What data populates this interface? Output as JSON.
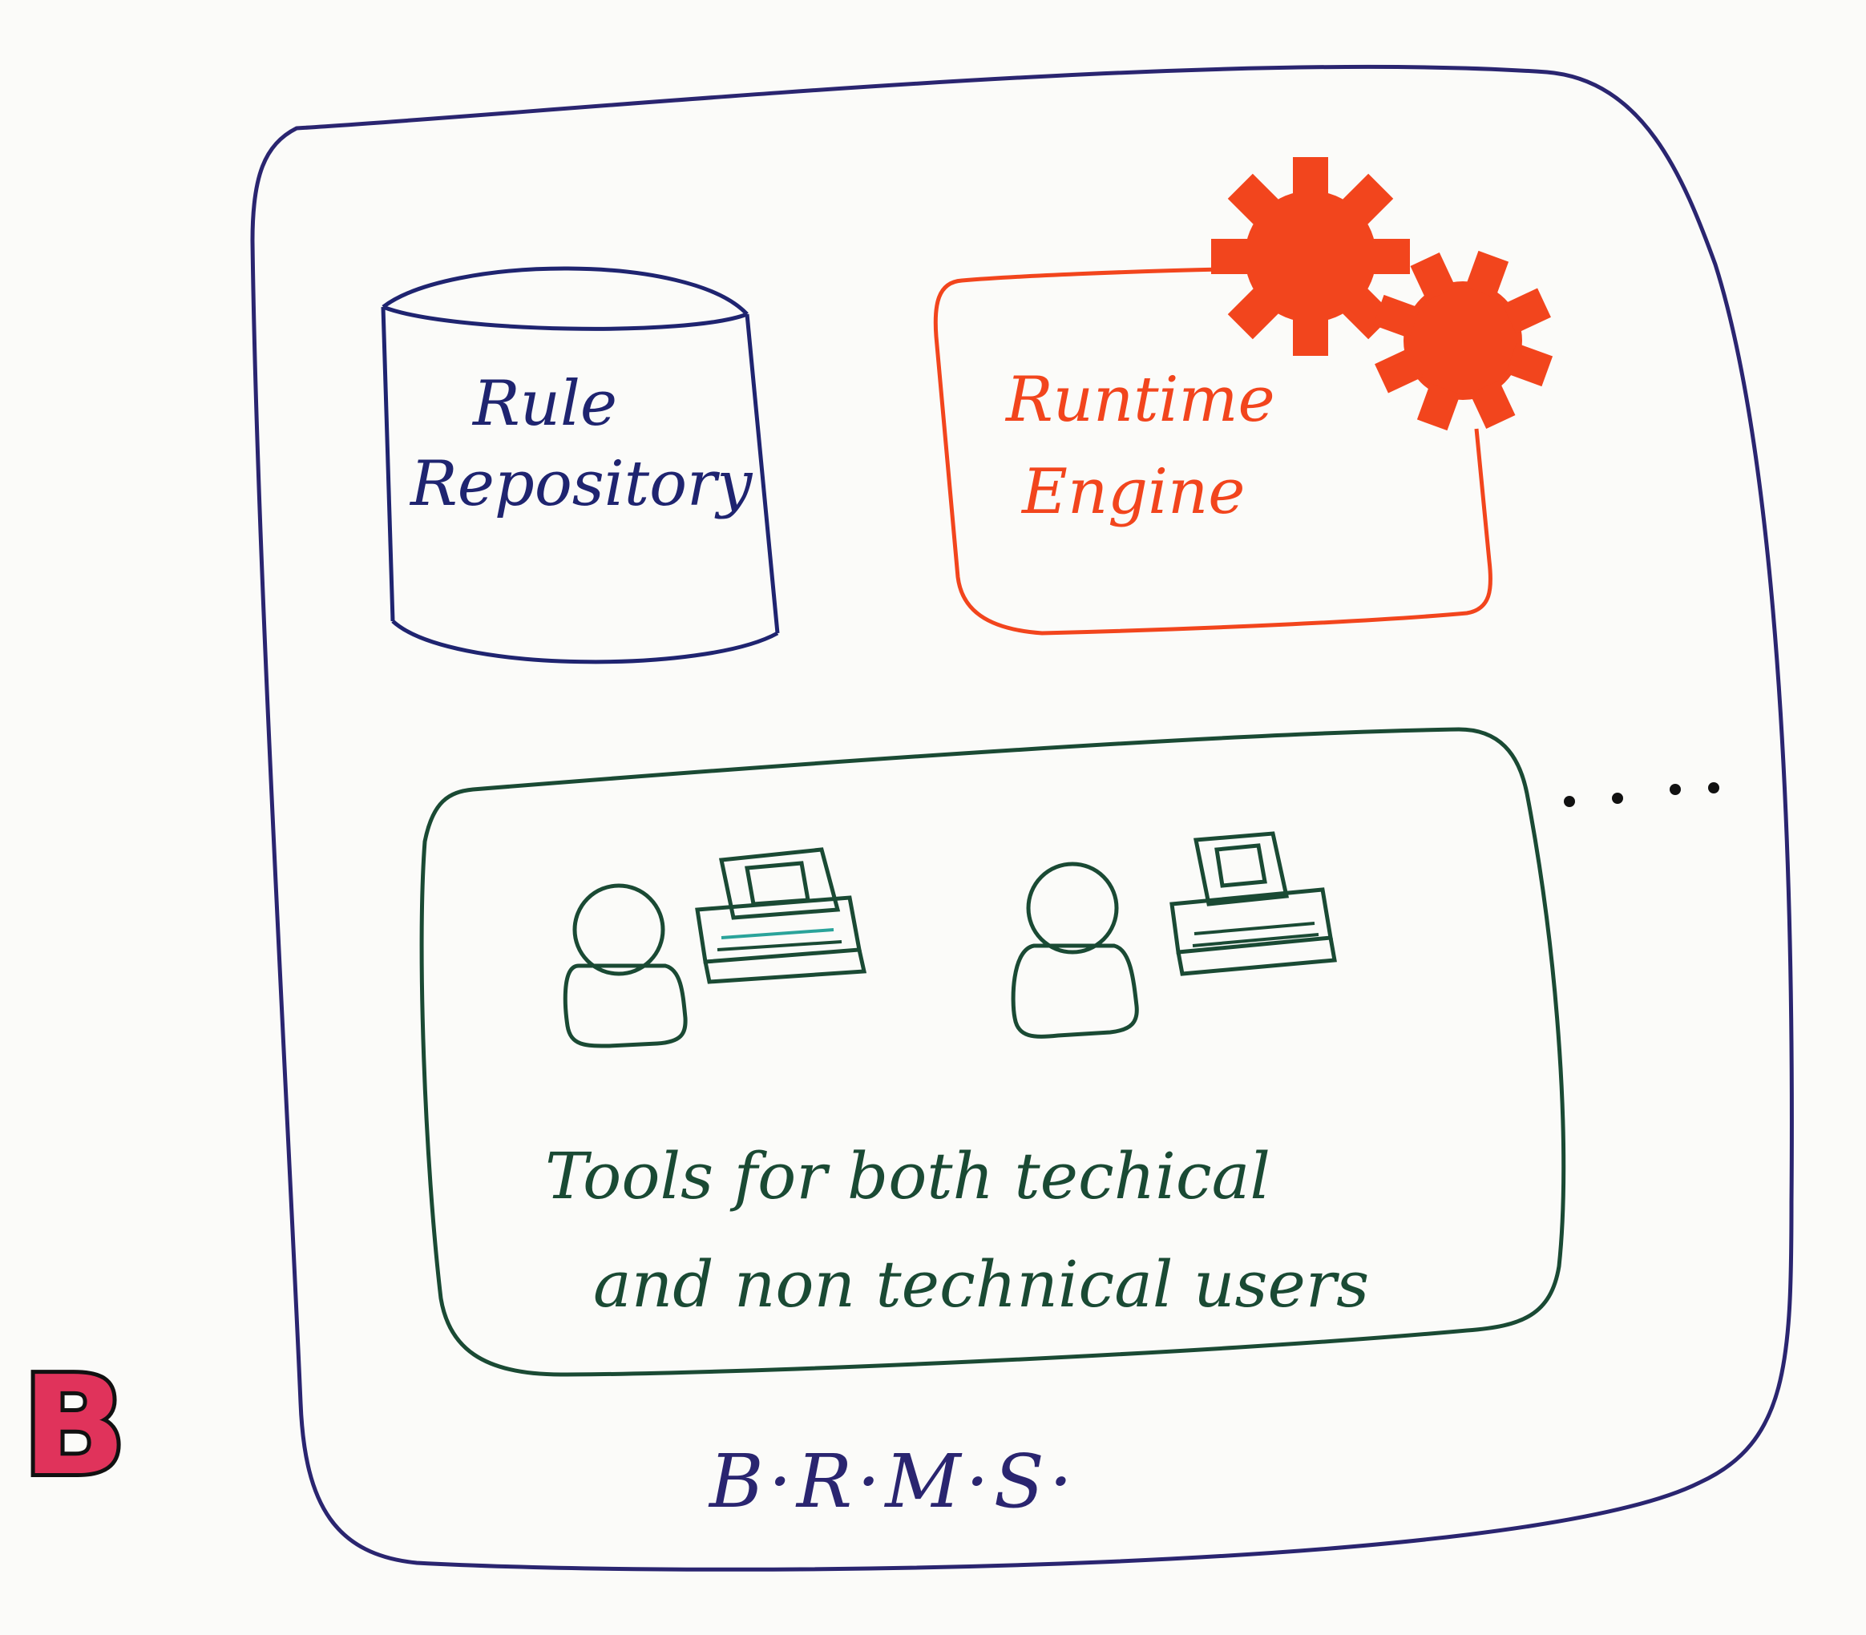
{
  "diagram": {
    "outer_label": "B·R·M·S·",
    "repository": {
      "line1": "Rule",
      "line2": "Repository"
    },
    "engine": {
      "line1": "Runtime",
      "line2": "Engine"
    },
    "tools": {
      "line1": "Tools for both techical",
      "line2": "and non technical users"
    },
    "ellipsis": "....",
    "corner_logo": "B"
  },
  "colors": {
    "outer": "#2a2570",
    "repository": "#1f2470",
    "engine": "#f2451d",
    "tools": "#1a4a34",
    "gears": "#f2451d",
    "logo": "#e0335b"
  },
  "icons": [
    "gear-icon",
    "user-icon",
    "computer-icon"
  ]
}
